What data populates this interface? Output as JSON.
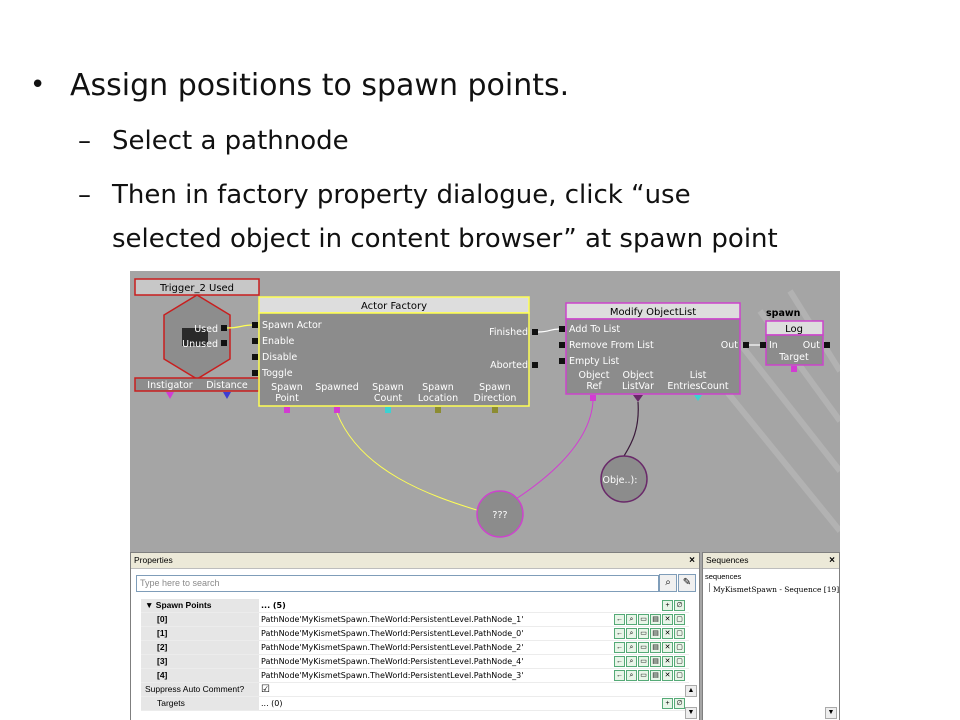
{
  "slide": {
    "bullet_symbol": "•",
    "dash_symbol": "–",
    "main_bullet": "Assign positions to spawn points.",
    "sub_bullets": [
      "Select a pathnode",
      "Then in factory property dialogue, click “use",
      "selected object in content browser” at spawn point"
    ]
  },
  "kismet": {
    "trigger": {
      "title": "Trigger_2 Used",
      "outputs": [
        "Used",
        "Unused"
      ],
      "vars": [
        "Instigator",
        "Distance"
      ]
    },
    "actor_factory": {
      "title": "Actor Factory",
      "inputs": [
        "Spawn Actor",
        "Enable",
        "Disable",
        "Toggle"
      ],
      "outputs": [
        "Finished",
        "Aborted"
      ],
      "vars": [
        [
          "Spawn",
          "Point"
        ],
        [
          "Spawned",
          ""
        ],
        [
          "Spawn",
          "Count"
        ],
        [
          "Spawn",
          "Location"
        ],
        [
          "Spawn",
          "Direction"
        ]
      ]
    },
    "modify_list": {
      "title": "Modify ObjectList",
      "inputs": [
        "Add To List",
        "Remove From List",
        "Empty List"
      ],
      "outputs": [
        "Out"
      ],
      "vars": [
        [
          "Object",
          "Ref"
        ],
        [
          "Object",
          "ListVar"
        ],
        [
          "List",
          "EntriesCount"
        ]
      ]
    },
    "log": {
      "comment": "spawn",
      "title": "Log",
      "inputs": [
        "In"
      ],
      "outputs": [
        "Out"
      ],
      "vars": [
        "Target"
      ]
    },
    "var_unknown": "???",
    "var_objlist": "Obje..):"
  },
  "properties": {
    "title": "Properties",
    "close": "×",
    "search_placeholder": "Type here to search",
    "rows": [
      {
        "key": "▼ Spawn Points",
        "value": "... (5)"
      },
      {
        "key": "[0]",
        "value": "PathNode'MyKismetSpawn.TheWorld:PersistentLevel.PathNode_1'"
      },
      {
        "key": "[1]",
        "value": "PathNode'MyKismetSpawn.TheWorld:PersistentLevel.PathNode_0'"
      },
      {
        "key": "[2]",
        "value": "PathNode'MyKismetSpawn.TheWorld:PersistentLevel.PathNode_2'"
      },
      {
        "key": "[3]",
        "value": "PathNode'MyKismetSpawn.TheWorld:PersistentLevel.PathNode_4'"
      },
      {
        "key": "[4]",
        "value": "PathNode'MyKismetSpawn.TheWorld:PersistentLevel.PathNode_3'"
      },
      {
        "key": "Suppress Auto Comment?",
        "value": "☑"
      },
      {
        "key": "Targets",
        "value": "... (0)"
      }
    ]
  },
  "sequences": {
    "title": "Sequences",
    "close": "×",
    "header": "sequences",
    "item": "MyKismetSpawn - Sequence [19]"
  },
  "colors": {
    "canvas_bg": "#a5a5a5",
    "node_body": "#8c8c8c",
    "trigger_border": "#c81e1e",
    "factory_border": "#ffff55",
    "modify_border": "#cc44cc",
    "title_fill": "#dddddd"
  }
}
